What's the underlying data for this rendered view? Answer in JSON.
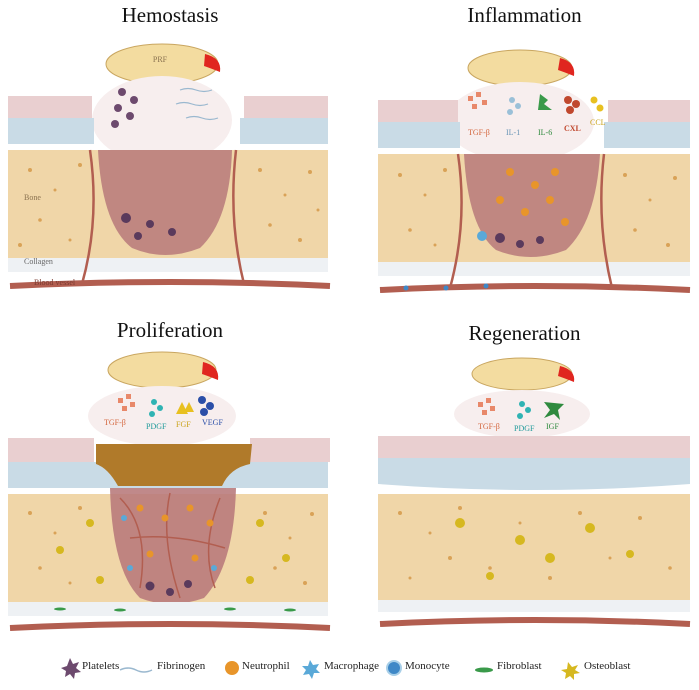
{
  "panels": [
    {
      "title": "Hemostasis",
      "cap_label": "PRF",
      "side_labels": [
        "Bone",
        "Collagen",
        "Blood vessel"
      ],
      "factors": []
    },
    {
      "title": "Inflammation",
      "factors": [
        "TGF-β",
        "IL-1",
        "IL-6",
        "CXL",
        "CCL"
      ]
    },
    {
      "title": "Proliferation",
      "factors": [
        "TGF-β",
        "PDGF",
        "FGF",
        "VEGF"
      ]
    },
    {
      "title": "Regeneration",
      "factors": [
        "TGF-β",
        "PDGF",
        "IGF"
      ]
    }
  ],
  "legend": [
    {
      "label": "Platelets",
      "icon": "platelet-icon",
      "color": "#6d4a6e"
    },
    {
      "label": "Fibrinogen",
      "icon": "fibrinogen-icon",
      "color": "#9ab8cf"
    },
    {
      "label": "Neutrophil",
      "icon": "neutrophil-icon",
      "color": "#e8952a"
    },
    {
      "label": "Macrophage",
      "icon": "macrophage-icon",
      "color": "#5aa9d8"
    },
    {
      "label": "Monocyte",
      "icon": "monocyte-icon",
      "color": "#3f88c7"
    },
    {
      "label": "Fibroblast",
      "icon": "fibroblast-icon",
      "color": "#3a9a4a"
    },
    {
      "label": "Osteoblast",
      "icon": "osteoblast-icon",
      "color": "#d6b820"
    }
  ],
  "colors": {
    "skin": "#e9cfd0",
    "tissue_blue": "#c9dbe6",
    "bone": "#f0d6a8",
    "bone_dot": "#d9a257",
    "wound": "#b7797a",
    "vessel": "#b25e50",
    "prf": "#f3dca0",
    "prf_tip": "#e0261f",
    "crust": "#b07a2a"
  }
}
